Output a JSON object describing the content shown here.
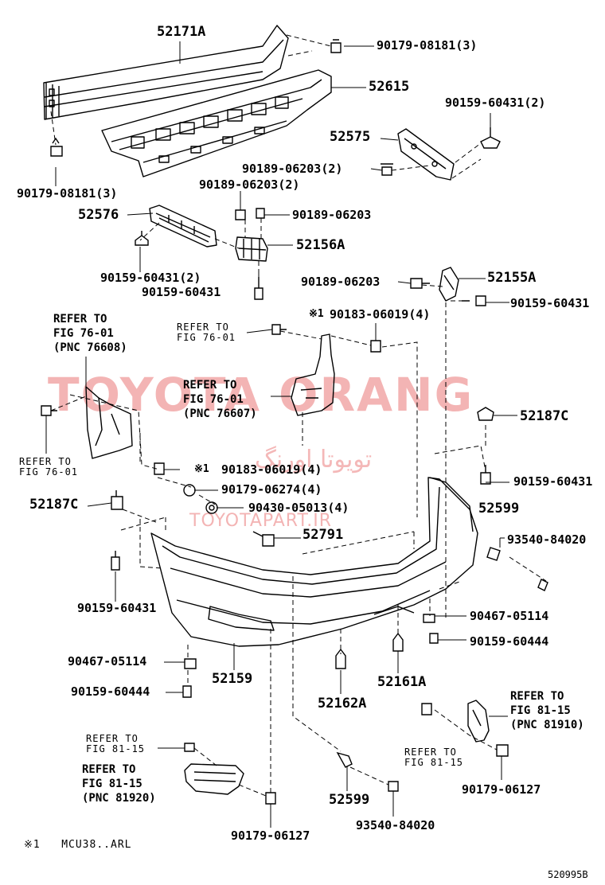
{
  "watermark": {
    "brand": "TOYOTA ORANG",
    "persian": "تویوتا اورنگ",
    "url": "TOYOTAPART.IR"
  },
  "parts": {
    "p52171A": "52171A",
    "p52615": "52615",
    "p90179_08181_top": "90179-08181(3)",
    "p90159_60431_tr": "90159-60431(2)",
    "p52575": "52575",
    "p90189_06203_a": "90189-06203(2)",
    "p90179_08181_left": "90179-08181(3)",
    "p90189_06203_b": "90189-06203(2)",
    "p52576": "52576",
    "p90189_06203_c": "90189-06203",
    "p52156A": "52156A",
    "p90159_60431_2": "90159-60431(2)",
    "p90159_60431_a": "90159-60431",
    "p90189_06203_d": "90189-06203",
    "p52155A": "52155A",
    "p90159_60431_b": "90159-60431",
    "p90183_06019_top": "90183-06019(4)",
    "p52187C_r": "52187C",
    "p90183_06019_mid": "90183-06019(4)",
    "p90179_06274": "90179-06274(4)",
    "p90159_60431_c": "90159-60431",
    "p52187C_l": "52187C",
    "p90430_05013": "90430-05013(4)",
    "p52599_top": "52599",
    "p52791": "52791",
    "p93540_84020_top": "93540-84020",
    "p90159_60431_d": "90159-60431",
    "p90467_05114_r": "90467-05114",
    "p90159_60444_r": "90159-60444",
    "p90467_05114_l": "90467-05114",
    "p52159": "52159",
    "p90159_60444_l": "90159-60444",
    "p52162A": "52162A",
    "p52161A": "52161A",
    "p52599_bot": "52599",
    "p93540_84020_bot": "93540-84020",
    "p90179_06127_r": "90179-06127",
    "p90179_06127_l": "90179-06127"
  },
  "marks": {
    "star_top": "※1",
    "star_mid": "※1"
  },
  "refs": {
    "r76608": "REFER TO\nFIG 76-01\n(PNC 76608)",
    "r7601_left": "REFER TO\nFIG 76-01",
    "r7601_top": "REFER TO\nFIG 76-01",
    "r76607": "REFER TO\nFIG 76-01\n(PNC 76607)",
    "r81910": "REFER TO\nFIG 81-15\n(PNC 81910)",
    "r8115_right": "REFER TO\nFIG 81-15",
    "r8115_left": "REFER TO\nFIG 81-15",
    "r81920": "REFER TO\nFIG 81-15\n(PNC 81920)"
  },
  "footnote": "※1   MCU38..ARL",
  "figure_id": "520995B"
}
